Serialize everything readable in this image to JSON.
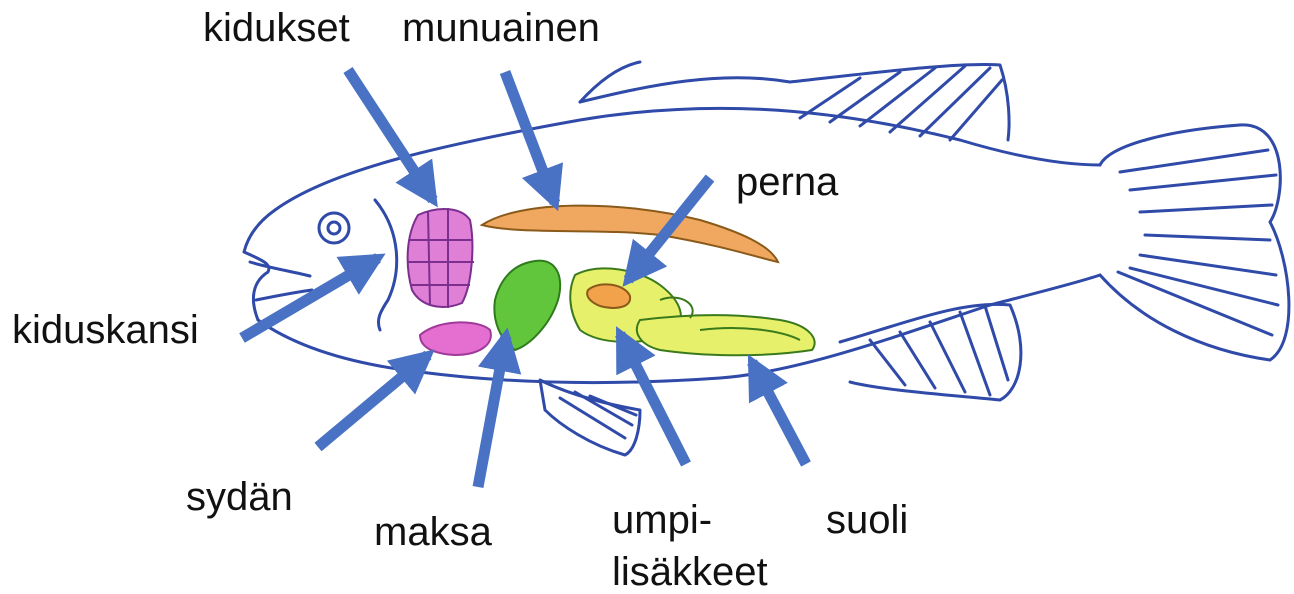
{
  "labels": {
    "kidukset": "kidukset",
    "munuainen": "munuainen",
    "perna": "perna",
    "kiduskansi": "kiduskansi",
    "sydan": "sydän",
    "maksa": "maksa",
    "umpilisakkeet_line1": "umpi-",
    "umpilisakkeet_line2": "lisäkkeet",
    "suoli": "suoli"
  },
  "colors": {
    "outline": "#2f4aa8",
    "arrow": "#4a72c4",
    "gills": "#e07fd6",
    "heart": "#e56fd0",
    "kidney": "#f0a860",
    "liver": "#62c63c",
    "intestine": "#e6f06a",
    "spleen": "#f3a24c"
  }
}
